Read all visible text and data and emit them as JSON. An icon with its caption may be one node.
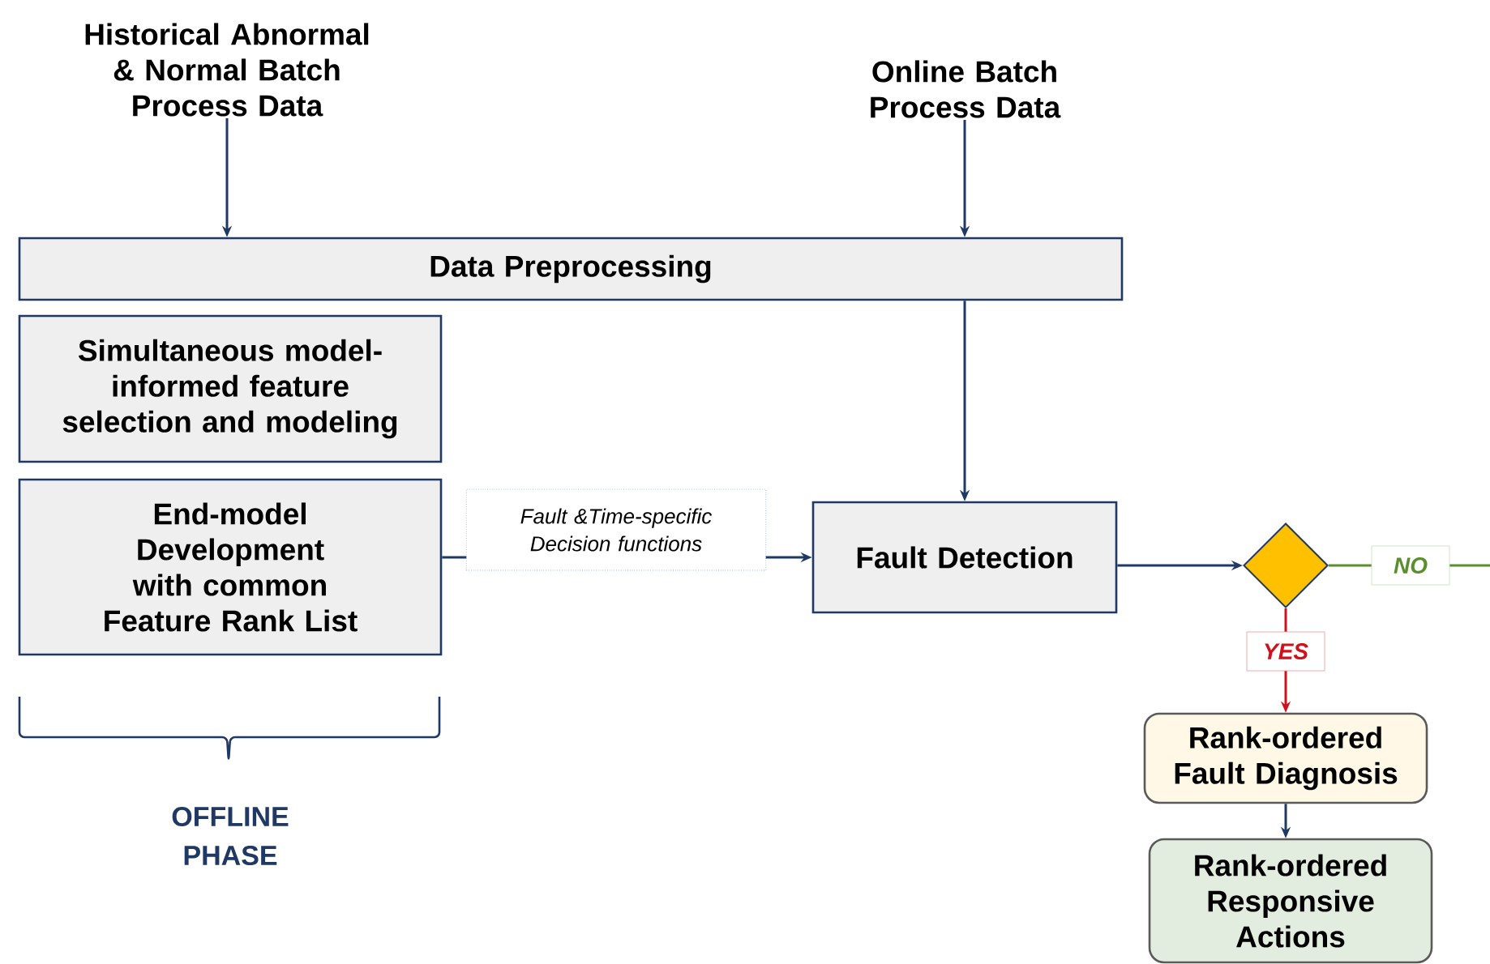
{
  "diagram": {
    "nodes": [
      {
        "text": [
          "Historical Abnormal & Normal Batch Process Data"
        ]
      },
      {
        "text": [
          "Online Batch Process Data"
        ]
      },
      {
        "text": [
          "Data Preprocessing"
        ]
      },
      {
        "text": [
          "Simultaneous model-informed feature selection and modeling"
        ]
      },
      {
        "text": [
          "End-model Development with common Feature Rank List"
        ]
      },
      {
        "text": [
          "Fault Detection"
        ]
      },
      {
        "text": [],
        "shape": "diamond"
      },
      {
        "text": [
          "Rank-ordered Fault Diagnosis"
        ]
      },
      {
        "text": [
          "Rank-ordered Responsive Actions"
        ]
      }
    ],
    "edges": [
      {
        "from": 0,
        "to": 2,
        "arrow": "to"
      },
      {
        "from": 1,
        "to": 2,
        "arrow": "to"
      },
      {
        "from": 2,
        "to": 5,
        "arrow": "to"
      },
      {
        "from": 4,
        "to": 5,
        "arrow": "to",
        "label": "Fault &Time-specific Decision functions"
      },
      {
        "from": 5,
        "to": 6,
        "arrow": "to"
      },
      {
        "from": 6,
        "to": null,
        "arrow": "none",
        "label": "NO",
        "color": "#5b8f2e"
      },
      {
        "from": 6,
        "to": 7,
        "arrow": "to",
        "label": "YES",
        "color": "#d0101c"
      },
      {
        "from": 7,
        "to": 8,
        "arrow": "to"
      }
    ],
    "labels": [
      "OFFLINE PHASE"
    ]
  }
}
